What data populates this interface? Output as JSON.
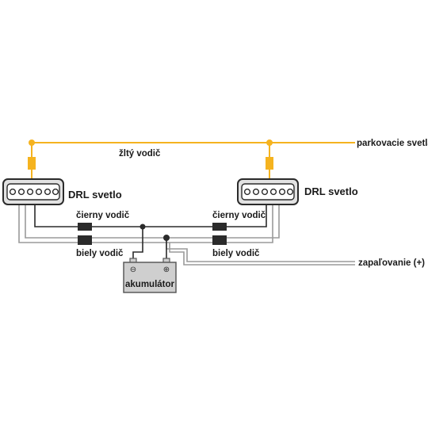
{
  "labels": {
    "yellow_wire": "žltý vodič",
    "parking_lights": "parkovacie svetlá (+)",
    "drl_left": "DRL svetlo",
    "drl_right": "DRL svetlo",
    "black_wire_left": "čierny vodič",
    "black_wire_right": "čierny vodič",
    "white_wire_left": "biely vodič",
    "white_wire_right": "biely vodič",
    "ignition": "zapaľovanie (+)",
    "battery": "akumulátor",
    "battery_minus": "⊖",
    "battery_plus": "⊕"
  },
  "colors": {
    "yellow": "#f5b31f",
    "wire_dark": "#2b2b2b",
    "wire_grey": "#9a9a9a",
    "lamp_fill": "#e2e2e2",
    "battery_fill": "#cfcfcf",
    "battery_stroke": "#5a5a5a"
  }
}
